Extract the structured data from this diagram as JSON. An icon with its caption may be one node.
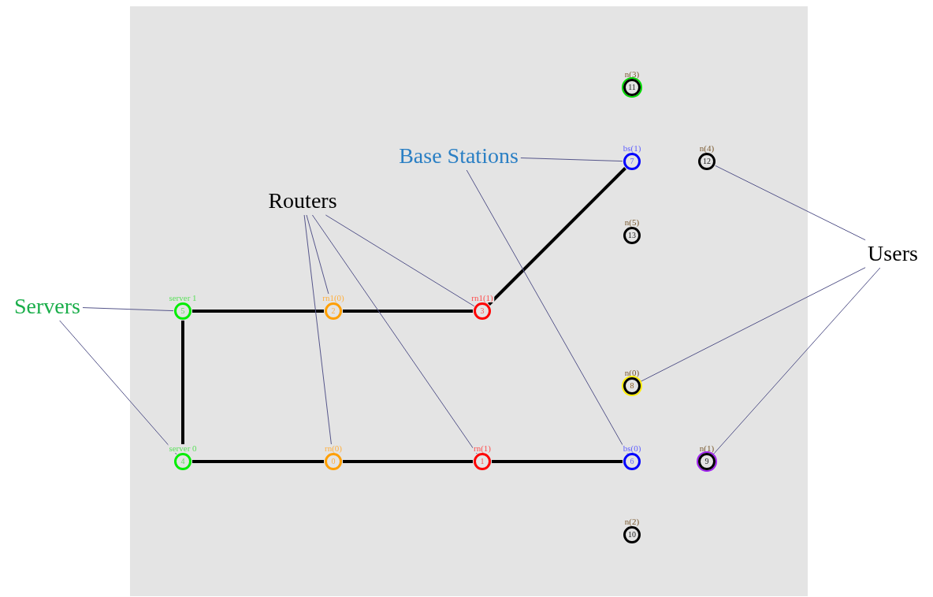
{
  "diagram": {
    "nodes": [
      {
        "text": [
          "Servers"
        ]
      },
      {
        "text": [
          "Routers"
        ]
      },
      {
        "text": [
          "Base Stations"
        ]
      },
      {
        "text": [
          "Users"
        ]
      },
      {
        "text": [
          "0"
        ],
        "beside": [
          "rn(0)"
        ]
      },
      {
        "text": [
          "1"
        ],
        "beside": [
          "rn(1)"
        ]
      },
      {
        "text": [
          "2"
        ],
        "beside": [
          "rn1(0)"
        ]
      },
      {
        "text": [
          "3"
        ],
        "beside": [
          "rn1(1)"
        ]
      },
      {
        "text": [
          "4"
        ],
        "beside": [
          "server 0"
        ]
      },
      {
        "text": [
          "5"
        ],
        "beside": [
          "server 1"
        ]
      },
      {
        "text": [
          "6"
        ],
        "beside": [
          "bs(0)"
        ]
      },
      {
        "text": [
          "7"
        ],
        "beside": [
          "bs(1)"
        ]
      },
      {
        "text": [
          "8"
        ],
        "beside": [
          "n(0)"
        ]
      },
      {
        "text": [
          "9"
        ],
        "beside": [
          "n(1)"
        ]
      },
      {
        "text": [
          "10"
        ],
        "beside": [
          "n(2)"
        ]
      },
      {
        "text": [
          "11"
        ],
        "beside": [
          "n(3)"
        ]
      },
      {
        "text": [
          "12"
        ],
        "beside": [
          "n(4)"
        ]
      },
      {
        "text": [
          "13"
        ],
        "beside": [
          "n(5)"
        ]
      }
    ],
    "edges": [
      {
        "from": 9,
        "to": 6,
        "arrow": "none",
        "style": "thick",
        "color": "#000000"
      },
      {
        "from": 6,
        "to": 7,
        "arrow": "none",
        "style": "thick",
        "color": "#000000"
      },
      {
        "from": 7,
        "to": 11,
        "arrow": "none",
        "style": "thick",
        "color": "#000000"
      },
      {
        "from": 9,
        "to": 8,
        "arrow": "none",
        "style": "thick",
        "color": "#000000"
      },
      {
        "from": 8,
        "to": 4,
        "arrow": "none",
        "style": "thick",
        "color": "#000000"
      },
      {
        "from": 4,
        "to": 5,
        "arrow": "none",
        "style": "thick",
        "color": "#000000"
      },
      {
        "from": 5,
        "to": 10,
        "arrow": "none",
        "style": "thick",
        "color": "#000000"
      },
      {
        "from": 0,
        "to": 9,
        "arrow": "none"
      },
      {
        "from": 0,
        "to": 8,
        "arrow": "none"
      },
      {
        "from": 1,
        "to": 6,
        "arrow": "none"
      },
      {
        "from": 1,
        "to": 7,
        "arrow": "none"
      },
      {
        "from": 1,
        "to": 4,
        "arrow": "none"
      },
      {
        "from": 1,
        "to": 5,
        "arrow": "none"
      },
      {
        "from": 2,
        "to": 11,
        "arrow": "none"
      },
      {
        "from": 2,
        "to": 10,
        "arrow": "none"
      },
      {
        "from": 3,
        "to": 16,
        "arrow": "none"
      },
      {
        "from": 3,
        "to": 12,
        "arrow": "none"
      },
      {
        "from": 3,
        "to": 13,
        "arrow": "none"
      }
    ]
  }
}
